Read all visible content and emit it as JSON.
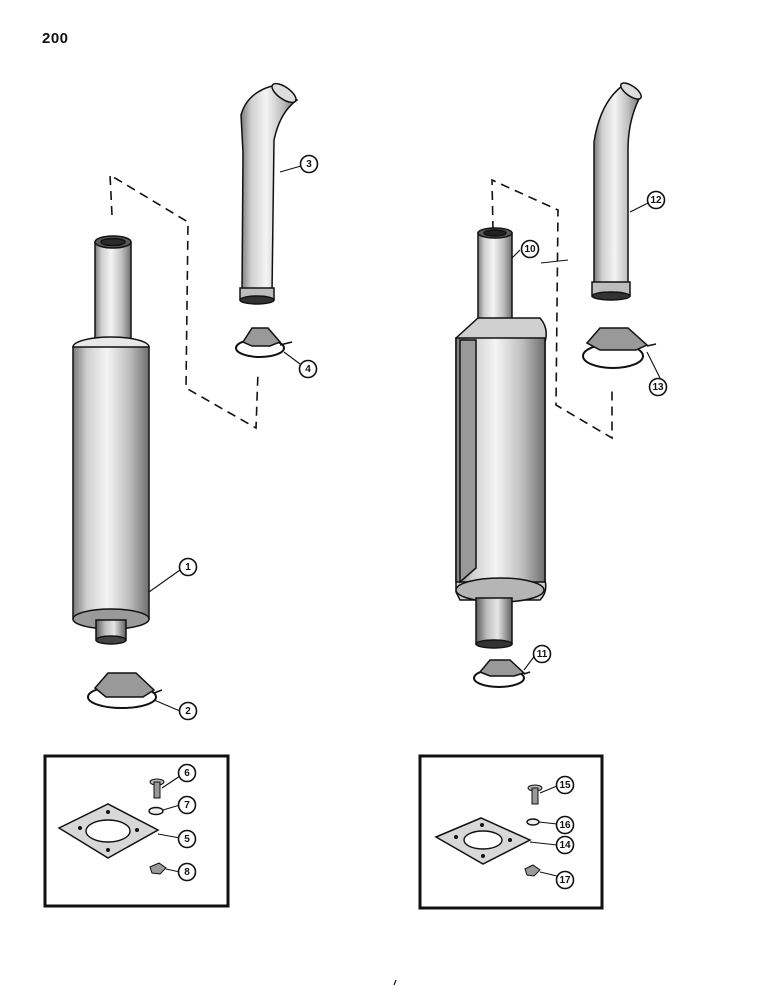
{
  "page": {
    "number": "200"
  },
  "diagram": {
    "left_assembly": {
      "callouts": [
        {
          "id": "1",
          "label": "1"
        },
        {
          "id": "2",
          "label": "2"
        },
        {
          "id": "3",
          "label": "3"
        },
        {
          "id": "4",
          "label": "4"
        }
      ],
      "inset_callouts": [
        {
          "id": "5",
          "label": "5"
        },
        {
          "id": "6",
          "label": "6"
        },
        {
          "id": "7",
          "label": "7"
        },
        {
          "id": "8",
          "label": "8"
        }
      ]
    },
    "right_assembly": {
      "callouts": [
        {
          "id": "10",
          "label": "10"
        },
        {
          "id": "11",
          "label": "11"
        },
        {
          "id": "12",
          "label": "12"
        },
        {
          "id": "13",
          "label": "13"
        }
      ],
      "inset_callouts": [
        {
          "id": "14",
          "label": "14"
        },
        {
          "id": "15",
          "label": "15"
        },
        {
          "id": "16",
          "label": "16"
        },
        {
          "id": "17",
          "label": "17"
        }
      ]
    }
  },
  "colors": {
    "ink": "#111111",
    "paper": "#ffffff",
    "metal_light": "#d6d6d6",
    "metal_dark": "#8a8a8a"
  }
}
